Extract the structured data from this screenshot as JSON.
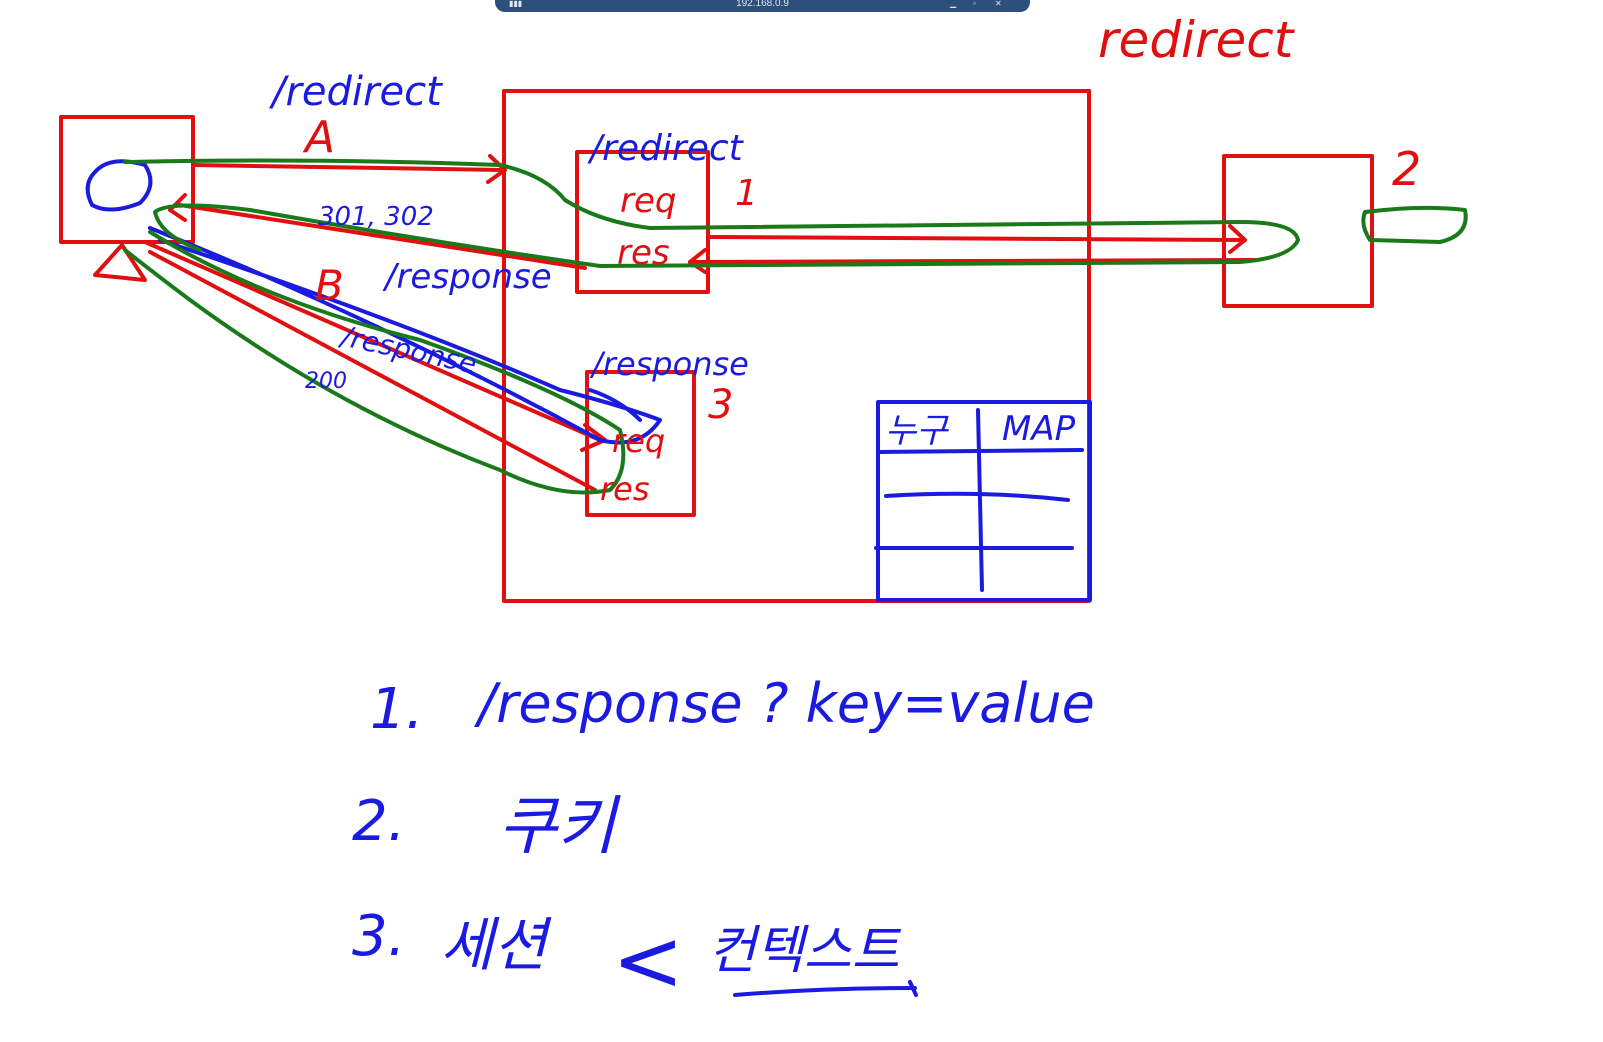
{
  "window": {
    "address": "192.168.0.9"
  },
  "colors": {
    "red": "#e01010",
    "blue": "#1a1ae0",
    "green": "#1a7a1a",
    "toolbar": "#2c4f7c"
  },
  "diagram": {
    "title": "redirect",
    "path_redirect_top": "/redirect",
    "label_a": "A",
    "path_redirect_server": "/redirect",
    "server1_req": "req",
    "server1_res": "res",
    "server1_num": "1",
    "server2_num": "2",
    "status_codes": "301, 302",
    "path_response_1": "/response",
    "label_b": "B",
    "path_response_2": "/response",
    "path_response_3": "/response",
    "status_200": "200",
    "server3_req": "req",
    "server3_res": "res",
    "server3_num": "3",
    "map_col1": "누구",
    "map_col2": "MAP"
  },
  "notes": {
    "item1_num": "1.",
    "item1_text": "/response ? key=value",
    "item2_num": "2.",
    "item2_text": "쿠키",
    "item3_num": "3.",
    "item3_text": "세션",
    "item3_arrow": "<",
    "item3_context": "컨텍스트"
  }
}
